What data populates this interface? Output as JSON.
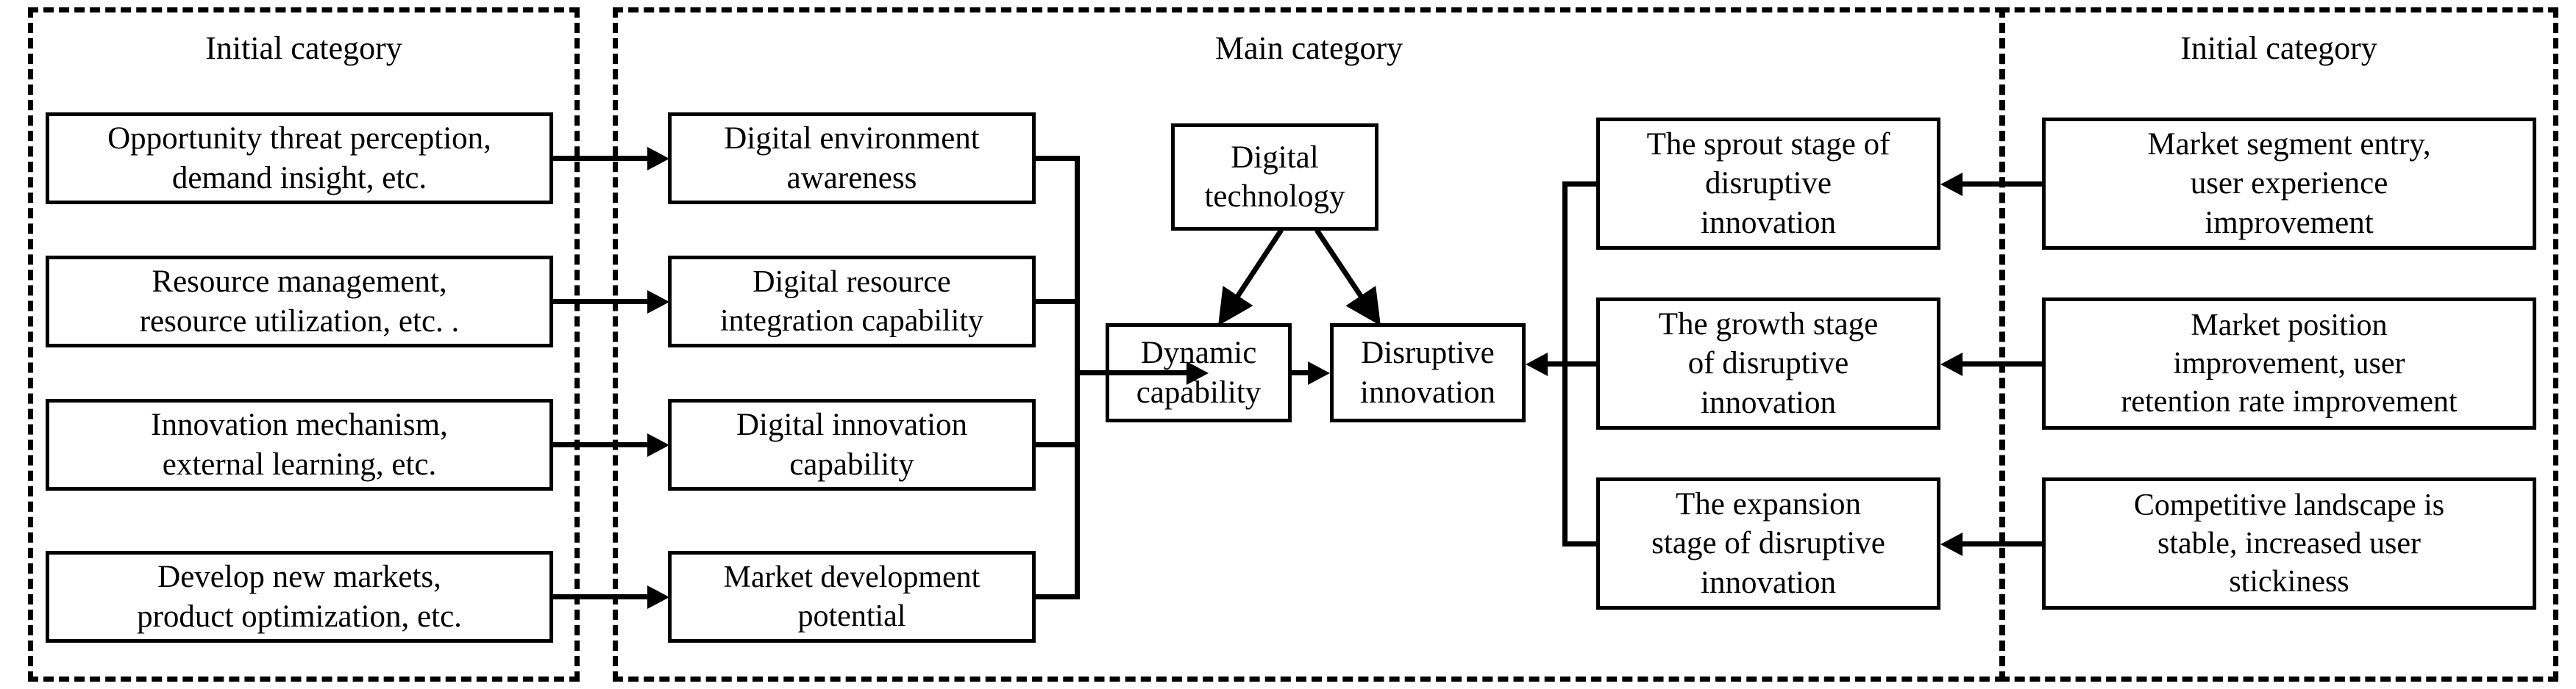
{
  "panels": [
    {
      "title": "Initial category"
    },
    {
      "title": "Main category"
    },
    {
      "title": "Initial category"
    }
  ],
  "left_column": {
    "heading": "Initial category",
    "items": [
      {
        "line1": "Opportunity threat perception,",
        "line2": "demand insight, etc."
      },
      {
        "line1": "Resource management,",
        "line2": "resource utilization, etc. ."
      },
      {
        "line1": "Innovation mechanism,",
        "line2": "external learning, etc."
      },
      {
        "line1": "Develop new markets,",
        "line2": "product optimization, etc."
      }
    ]
  },
  "capabilities": {
    "items": [
      {
        "line1": "Digital environment",
        "line2": "awareness"
      },
      {
        "line1": "Digital resource",
        "line2": "integration capability"
      },
      {
        "line1": "Digital innovation",
        "line2": "capability"
      },
      {
        "line1": "Market development",
        "line2": "potential"
      }
    ]
  },
  "core": {
    "technology": {
      "line1": "Digital",
      "line2": "technology"
    },
    "dynamic": {
      "line1": "Dynamic",
      "line2": "capability"
    },
    "disruptive": {
      "line1": "Disruptive",
      "line2": "innovation"
    }
  },
  "stages": {
    "items": [
      {
        "line1": "The sprout stage of",
        "line2": "disruptive",
        "line3": "innovation"
      },
      {
        "line1": "The growth stage",
        "line2": "of disruptive",
        "line3": "innovation"
      },
      {
        "line1": "The expansion",
        "line2": "stage of disruptive",
        "line3": "innovation"
      }
    ]
  },
  "right_column": {
    "heading": "Initial category",
    "items": [
      {
        "line1": "Market segment entry,",
        "line2": "user experience",
        "line3": "improvement"
      },
      {
        "line1": "Market position",
        "line2": "improvement, user",
        "line3": "retention rate improvement"
      },
      {
        "line1": "Competitive landscape is",
        "line2": "stable, increased user",
        "line3": "stickiness"
      }
    ]
  },
  "colors": {
    "stroke": "#000000",
    "background": "#ffffff"
  }
}
